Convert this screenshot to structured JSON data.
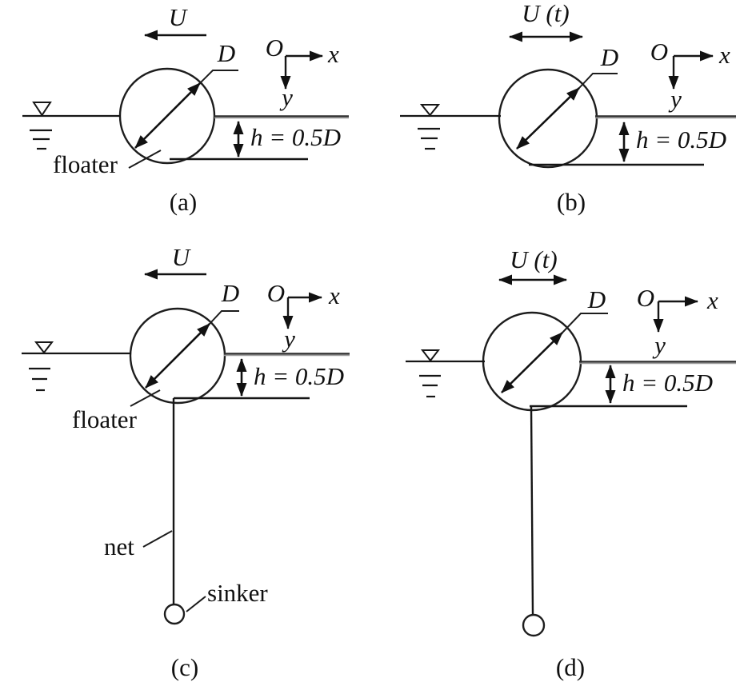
{
  "figure": {
    "background": "#ffffff",
    "line_color": "#161616",
    "water_line_color": "#4f4f4f",
    "panels": [
      {
        "caption": "(a)",
        "velocity_label": "U",
        "velocity_arrow": "single-left",
        "diameter_label": "D",
        "origin_label": "O",
        "x_label": "x",
        "y_label": "y",
        "draft_label": "h = 0.5D",
        "floater_label": "floater"
      },
      {
        "caption": "(b)",
        "velocity_label": "U (t)",
        "velocity_arrow": "double-horizontal",
        "diameter_label": "D",
        "origin_label": "O",
        "x_label": "x",
        "y_label": "y",
        "draft_label": "h = 0.5D"
      },
      {
        "caption": "(c)",
        "velocity_label": "U",
        "velocity_arrow": "single-left",
        "diameter_label": "D",
        "origin_label": "O",
        "x_label": "x",
        "y_label": "y",
        "draft_label": "h = 0.5D",
        "floater_label": "floater",
        "net_label": "net",
        "sinker_label": "sinker"
      },
      {
        "caption": "(d)",
        "velocity_label": "U (t)",
        "velocity_arrow": "double-horizontal",
        "diameter_label": "D",
        "origin_label": "O",
        "x_label": "x",
        "y_label": "y",
        "draft_label": "h = 0.5D"
      }
    ]
  }
}
